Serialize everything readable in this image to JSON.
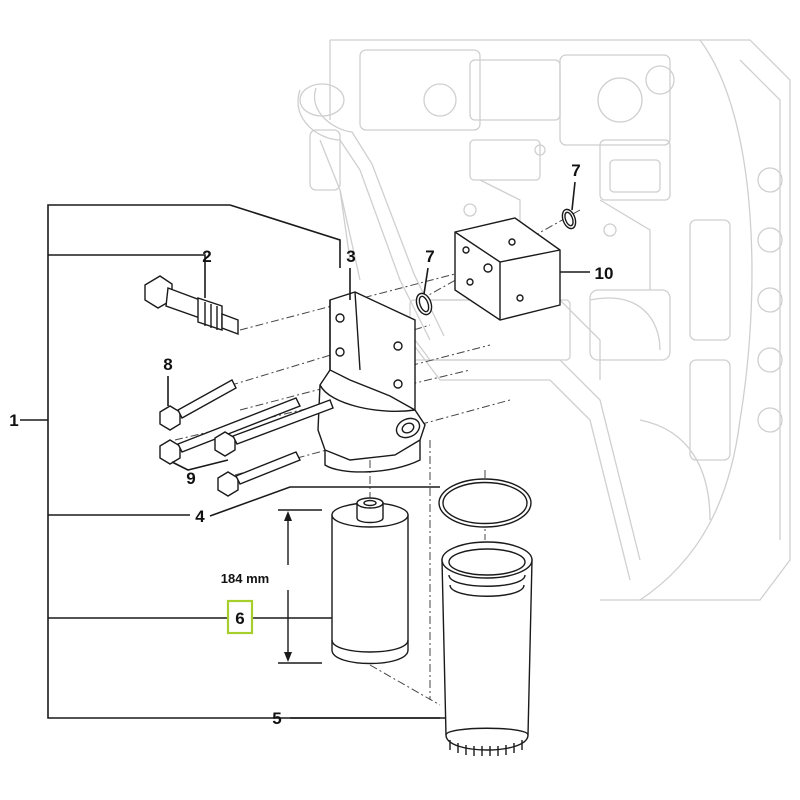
{
  "diagram": {
    "accent_color": "#a6cf2e",
    "highlighted_callout": "6",
    "callouts": {
      "c1": "1",
      "c2": "2",
      "c3": "3",
      "c4": "4",
      "c5": "5",
      "c6": "6",
      "c7a": "7",
      "c7b": "7",
      "c8": "8",
      "c9": "9",
      "c10": "10"
    },
    "dimension": "184 mm"
  }
}
